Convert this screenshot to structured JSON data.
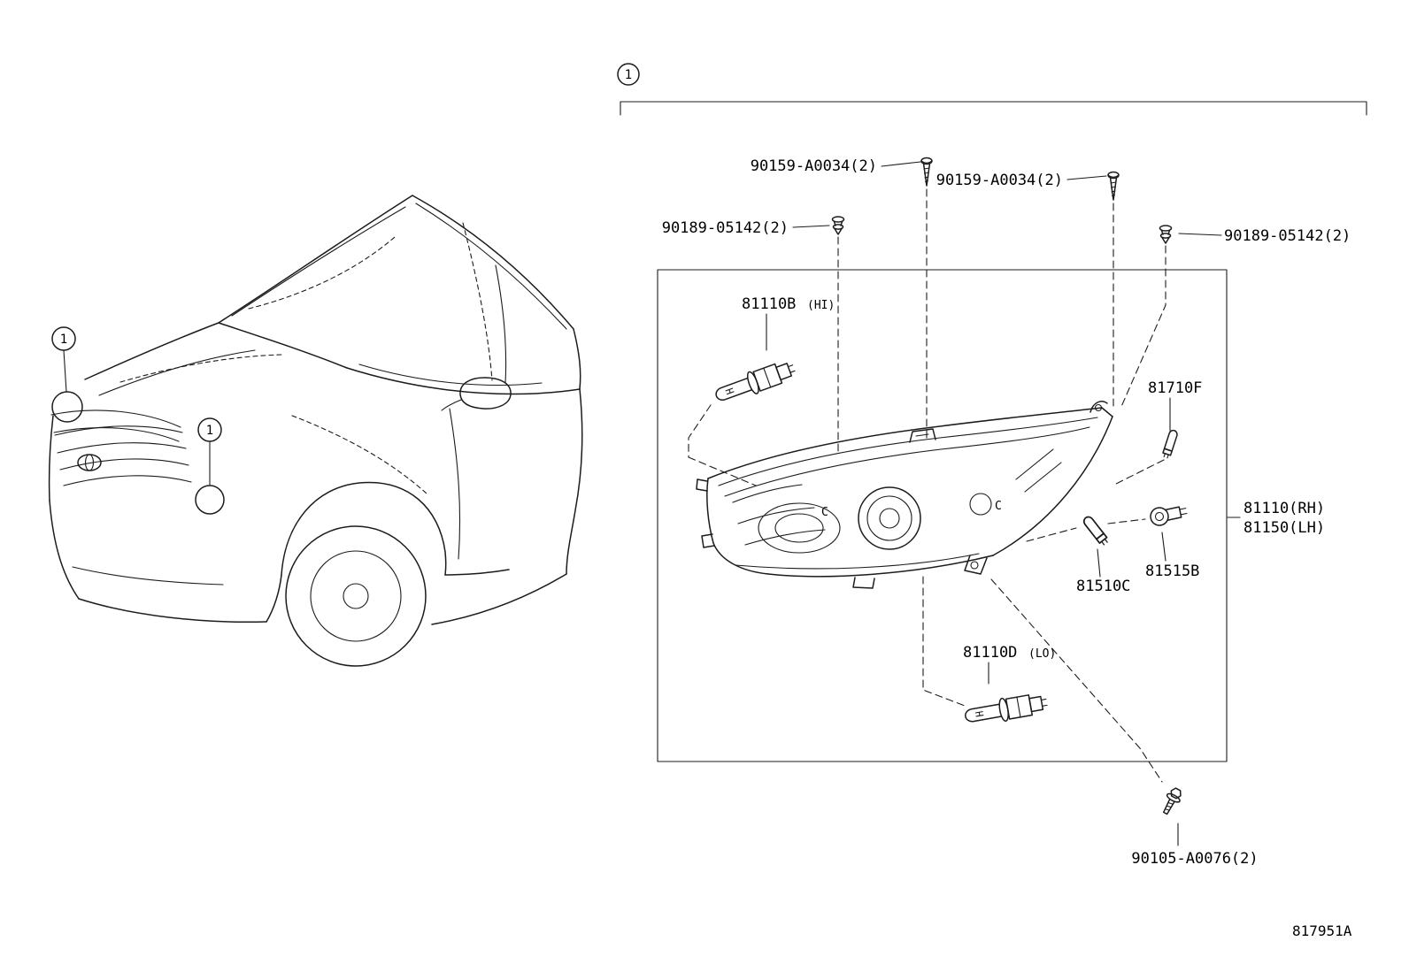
{
  "code": "817951A",
  "callout": "1",
  "labels": {
    "screw_left": "90159-A0034(2)",
    "screw_right": "90159-A0034(2)",
    "clip_left": "90189-05142(2)",
    "clip_right": "90189-05142(2)",
    "hi_bulb": "81110B",
    "hi_bulb_qual": "(HI)",
    "cornering_bulb": "81710F",
    "assembly_rh": "81110(RH)",
    "assembly_lh": "81150(LH)",
    "socket": "81515B",
    "signal_bulb": "81510C",
    "lo_bulb": "81110D",
    "lo_bulb_qual": "(LO)",
    "bolt": "90105-A0076(2)",
    "marking_c": "C"
  }
}
